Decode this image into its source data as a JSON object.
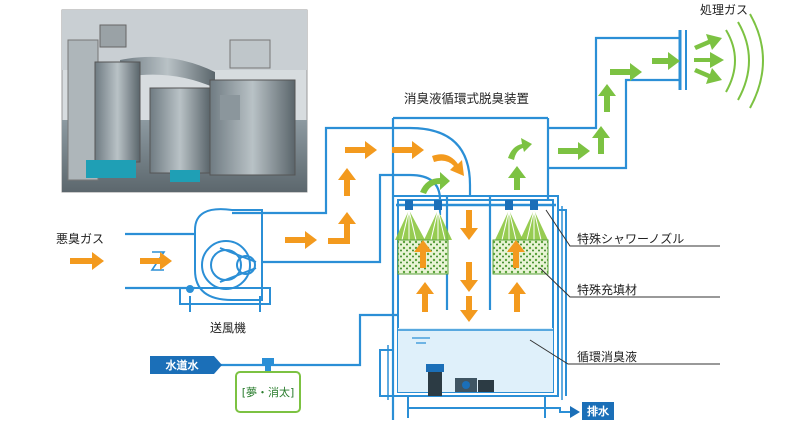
{
  "title": "消臭液循環式脱臭装置",
  "labels": {
    "odor_gas": "悪臭ガス",
    "treated_gas": "処理ガス",
    "blower": "送風機",
    "nozzle": "特殊シャワーノズル",
    "packing": "特殊充填材",
    "liquid": "循環消臭液",
    "water_supply": "水道水",
    "drain": "排水",
    "tank": "[夢・消太]"
  },
  "colors": {
    "duct": "#2b8fd6",
    "gas_arrow": "#f39a1e",
    "clean_arrow": "#7cc242",
    "spray": "#8cc63f",
    "tag_bg": "#1b6fb8",
    "tank_border": "#7cc242"
  }
}
